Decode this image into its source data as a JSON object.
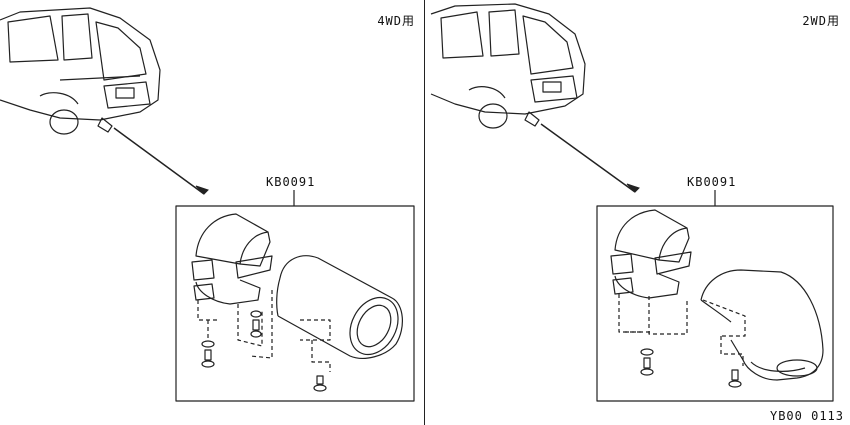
{
  "left": {
    "variant_label": "4WD用",
    "part_number": "KB0091"
  },
  "right": {
    "variant_label": "2WD用",
    "part_number": "KB0091"
  },
  "footer": {
    "doc_ref": "YB00 0113"
  }
}
